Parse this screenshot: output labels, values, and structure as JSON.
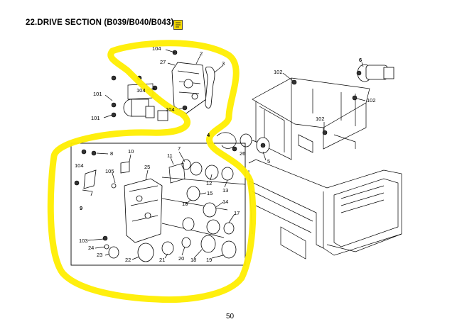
{
  "header": {
    "title": "22.DRIVE SECTION (B039/B040/B043)"
  },
  "icons": {
    "note": "note-icon"
  },
  "colors": {
    "highlight": "#ffee00",
    "note_icon": "#f5d800"
  },
  "callouts": [
    {
      "id": "c1",
      "text": "104"
    },
    {
      "id": "c2",
      "text": "2"
    },
    {
      "id": "c3",
      "text": "27"
    },
    {
      "id": "c4",
      "text": "3"
    },
    {
      "id": "c5",
      "text": "104"
    },
    {
      "id": "c6",
      "text": "101"
    },
    {
      "id": "c7",
      "text": "104"
    },
    {
      "id": "c8",
      "text": "101"
    },
    {
      "id": "c9",
      "text": "4"
    },
    {
      "id": "c10",
      "text": "26"
    },
    {
      "id": "c11",
      "text": "5"
    },
    {
      "id": "c12",
      "text": "6"
    },
    {
      "id": "c13",
      "text": "102"
    },
    {
      "id": "c14",
      "text": "102"
    },
    {
      "id": "c15",
      "text": "102"
    },
    {
      "id": "c16",
      "text": "8"
    },
    {
      "id": "c17",
      "text": "10"
    },
    {
      "id": "c18",
      "text": "7"
    },
    {
      "id": "c19",
      "text": "11"
    },
    {
      "id": "c20",
      "text": "104"
    },
    {
      "id": "c21",
      "text": "105"
    },
    {
      "id": "c22",
      "text": "25"
    },
    {
      "id": "c23",
      "text": "12"
    },
    {
      "id": "c24",
      "text": "13"
    },
    {
      "id": "c25",
      "text": "9"
    },
    {
      "id": "c26",
      "text": "16"
    },
    {
      "id": "c27",
      "text": "15"
    },
    {
      "id": "c28",
      "text": "14"
    },
    {
      "id": "c29",
      "text": "17"
    },
    {
      "id": "c30",
      "text": "103"
    },
    {
      "id": "c31",
      "text": "24"
    },
    {
      "id": "c32",
      "text": "23"
    },
    {
      "id": "c33",
      "text": "22"
    },
    {
      "id": "c34",
      "text": "21"
    },
    {
      "id": "c35",
      "text": "20"
    },
    {
      "id": "c36",
      "text": "18"
    },
    {
      "id": "c37",
      "text": "19"
    }
  ],
  "footer": {
    "page_number": "50"
  }
}
